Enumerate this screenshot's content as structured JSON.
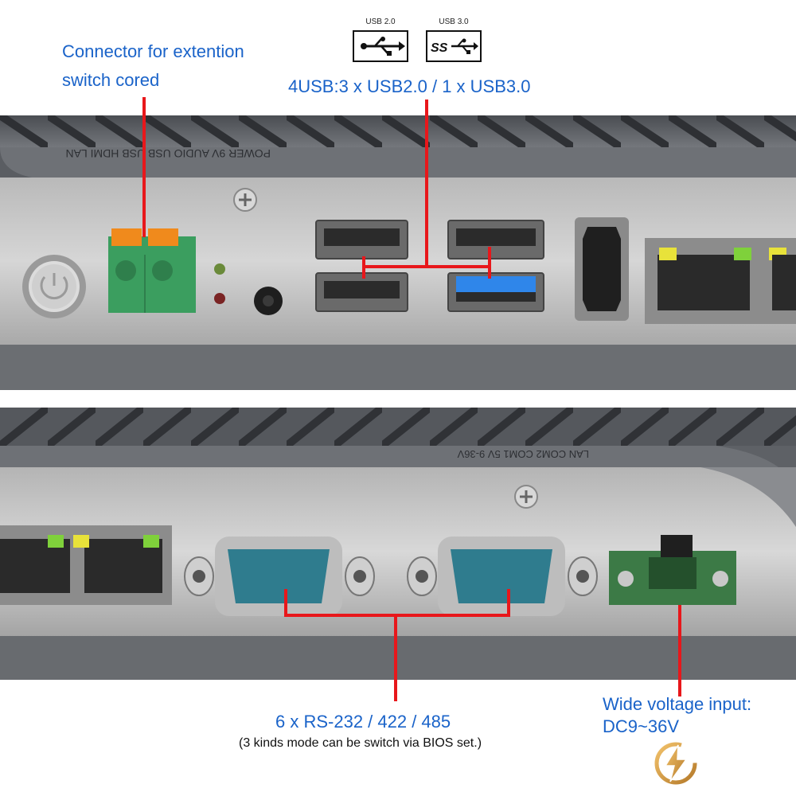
{
  "labels": {
    "connector_line1": "Connector for extention",
    "connector_line2": "switch cored",
    "usb20_tag": "USB 2.0",
    "usb30_tag": "USB 3.0",
    "usb_summary": "4USB:3 x USB2.0 / 1 x USB3.0",
    "serial_summary": "6 x RS-232 /  422 / 485",
    "serial_note": "(3 kinds mode can be switch via BIOS set.)",
    "power_line1": "Wide voltage input:",
    "power_line2": "DC9~36V"
  },
  "colors": {
    "label_blue": "#1a63c9",
    "callout_red": "#e8171b",
    "terminal_green": "#3b9e5f",
    "terminal_orange": "#f08a1c",
    "usb3_blue": "#2f86ea",
    "db9_teal": "#2f7c8e",
    "led_yellow": "#e8e23a",
    "led_green": "#7fd13b"
  },
  "icons": [
    "usb-icon",
    "superspeed-usb-icon",
    "lightning-power-icon"
  ]
}
